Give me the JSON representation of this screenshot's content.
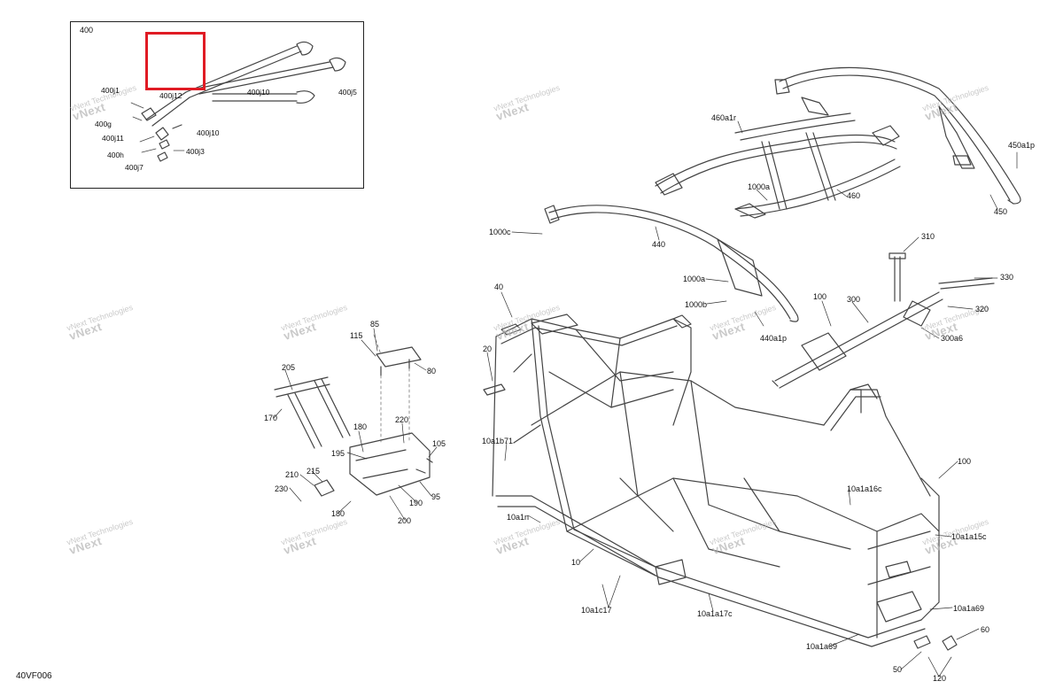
{
  "diagram": {
    "reference_code": "40VF006",
    "inset": {
      "label": "400"
    },
    "watermark": {
      "brand": "vNext",
      "company": "vNext Technologies"
    },
    "callouts": {
      "c400j1": "400j1",
      "c400j12": "400j12",
      "c400g": "400g",
      "c400j11": "400j11",
      "c400h": "400h",
      "c400j7": "400j7",
      "c400j3": "400j3",
      "c400j10a": "400j10",
      "c400j10b": "400j10",
      "c400j5": "400j5",
      "c460a1r": "460a1r",
      "c450a1p": "450a1p",
      "c1000a_top": "1000a",
      "c460": "460",
      "c450": "450",
      "c1000c": "1000c",
      "c440": "440",
      "c310": "310",
      "c330": "330",
      "c1000a_mid": "1000a",
      "c1000b": "1000b",
      "c100_top": "100",
      "c300": "300",
      "c320": "320",
      "c440a1p": "440a1p",
      "c300a6": "300a6",
      "c40": "40",
      "c20": "20",
      "c85": "85",
      "c115": "115",
      "c80": "80",
      "c205": "205",
      "c170": "170",
      "c220": "220",
      "c180_top": "180",
      "c105": "105",
      "c195": "195",
      "c210": "210",
      "c215": "215",
      "c230": "230",
      "c95": "95",
      "c190": "190",
      "c180_bot": "180",
      "c200": "200",
      "c10a1b71": "10a1b71",
      "c100_right": "100",
      "c10a1a16c": "10a1a16c",
      "c10a1n": "10a1n",
      "c10a1a15c": "10a1a15c",
      "c10": "10",
      "c10a1c17": "10a1c17",
      "c10a1a17c": "10a1a17c",
      "c10a1a69_r": "10a1a69",
      "c10a1a69_b": "10a1a69",
      "c60": "60",
      "c50": "50",
      "c120": "120"
    }
  }
}
